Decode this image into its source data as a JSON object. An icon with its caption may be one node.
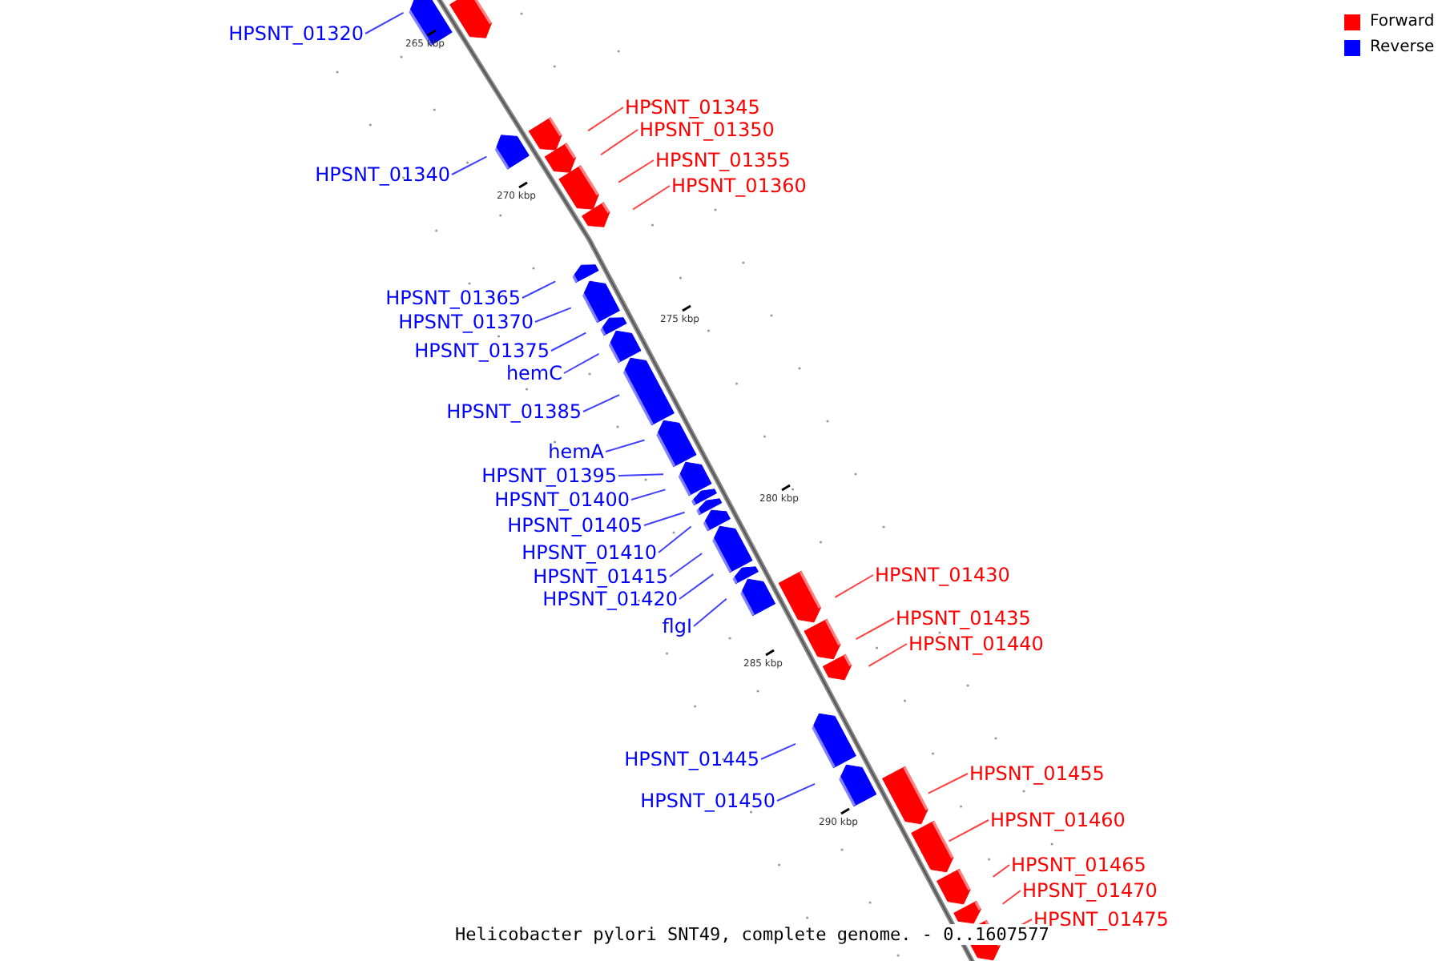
{
  "diagram": {
    "caption": "Helicobacter pylori SNT49, complete genome. - 0..1607577",
    "nodes": [
      {
        "text": [
          "HPSNT_01320"
        ]
      },
      {
        "text": [
          "HPSNT_01345"
        ]
      },
      {
        "text": [
          "HPSNT_01350"
        ]
      },
      {
        "text": [
          "HPSNT_01355"
        ]
      },
      {
        "text": [
          "HPSNT_01340"
        ]
      },
      {
        "text": [
          "HPSNT_01360"
        ]
      },
      {
        "text": [
          "HPSNT_01365"
        ]
      },
      {
        "text": [
          "HPSNT_01370"
        ]
      },
      {
        "text": [
          "HPSNT_01375"
        ]
      },
      {
        "text": [
          "hemC"
        ]
      },
      {
        "text": [
          "HPSNT_01385"
        ]
      },
      {
        "text": [
          "hemA"
        ]
      },
      {
        "text": [
          "HPSNT_01395"
        ]
      },
      {
        "text": [
          "HPSNT_01400"
        ]
      },
      {
        "text": [
          "HPSNT_01405"
        ]
      },
      {
        "text": [
          "HPSNT_01410"
        ]
      },
      {
        "text": [
          "HPSNT_01430"
        ]
      },
      {
        "text": [
          "HPSNT_01415"
        ]
      },
      {
        "text": [
          "HPSNT_01420"
        ]
      },
      {
        "text": [
          "HPSNT_01435"
        ]
      },
      {
        "text": [
          "flgI"
        ]
      },
      {
        "text": [
          "HPSNT_01440"
        ]
      },
      {
        "text": [
          "HPSNT_01445"
        ]
      },
      {
        "text": [
          "HPSNT_01455"
        ]
      },
      {
        "text": [
          "HPSNT_01450"
        ]
      },
      {
        "text": [
          "HPSNT_01460"
        ]
      },
      {
        "text": [
          "HPSNT_01465"
        ]
      },
      {
        "text": [
          "HPSNT_01470"
        ]
      },
      {
        "text": [
          "HPSNT_01475"
        ]
      }
    ],
    "edges": [
      {
        "from": 0,
        "to": null,
        "arrow": "none"
      },
      {
        "from": 1,
        "to": null,
        "arrow": "none",
        "color": "#ff0000"
      },
      {
        "from": 2,
        "to": null,
        "arrow": "none",
        "color": "#ff0000"
      },
      {
        "from": 3,
        "to": null,
        "arrow": "none",
        "color": "#ff0000"
      },
      {
        "from": 4,
        "to": null,
        "arrow": "none"
      },
      {
        "from": 5,
        "to": null,
        "arrow": "none",
        "color": "#ff0000"
      },
      {
        "from": 6,
        "to": null,
        "arrow": "none"
      },
      {
        "from": 7,
        "to": null,
        "arrow": "none"
      },
      {
        "from": 8,
        "to": null,
        "arrow": "none"
      },
      {
        "from": 9,
        "to": null,
        "arrow": "none"
      },
      {
        "from": 10,
        "to": null,
        "arrow": "none"
      },
      {
        "from": 11,
        "to": null,
        "arrow": "none"
      },
      {
        "from": 12,
        "to": null,
        "arrow": "none"
      },
      {
        "from": 13,
        "to": null,
        "arrow": "none"
      },
      {
        "from": 14,
        "to": null,
        "arrow": "none"
      },
      {
        "from": 15,
        "to": null,
        "arrow": "none"
      },
      {
        "from": 16,
        "to": null,
        "arrow": "none",
        "color": "#ff0000"
      },
      {
        "from": 17,
        "to": null,
        "arrow": "none"
      },
      {
        "from": 18,
        "to": null,
        "arrow": "none"
      },
      {
        "from": 19,
        "to": null,
        "arrow": "none",
        "color": "#ff0000"
      },
      {
        "from": 20,
        "to": null,
        "arrow": "none"
      },
      {
        "from": 21,
        "to": null,
        "arrow": "none",
        "color": "#ff0000"
      },
      {
        "from": 22,
        "to": null,
        "arrow": "none"
      },
      {
        "from": 23,
        "to": null,
        "arrow": "none",
        "color": "#ff0000"
      },
      {
        "from": 24,
        "to": null,
        "arrow": "none"
      },
      {
        "from": 25,
        "to": null,
        "arrow": "none",
        "color": "#ff0000"
      },
      {
        "from": 26,
        "to": null,
        "arrow": "none",
        "color": "#ff0000"
      },
      {
        "from": 27,
        "to": null,
        "arrow": "none",
        "color": "#ff0000"
      },
      {
        "from": 28,
        "to": null,
        "arrow": "none",
        "color": "#ff0000"
      }
    ],
    "labels": [
      "265 kbp",
      "270 kbp",
      "275 kbp",
      "280 kbp",
      "285 kbp",
      "290 kbp"
    ],
    "legend": [
      {
        "text": "Forward",
        "color": "#ff0000"
      },
      {
        "text": "Reverse",
        "color": "#0000ff"
      }
    ]
  }
}
